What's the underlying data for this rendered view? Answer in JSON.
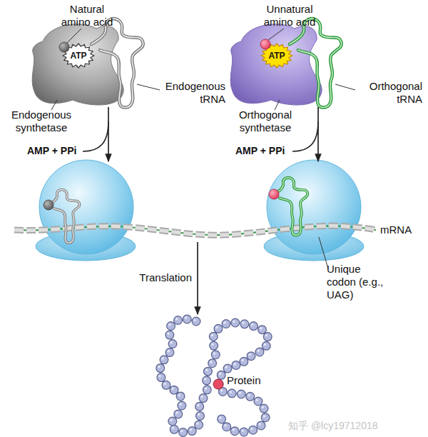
{
  "diagram": {
    "nodes": [
      {
        "text": [
          "Endogenous synthetase"
        ]
      },
      {
        "text": [
          "ATP"
        ],
        "in": 0
      },
      {
        "text": [
          "Orthogonal synthetase"
        ]
      },
      {
        "text": [
          "ATP"
        ],
        "in": 2
      },
      {
        "text": [
          "mRNA"
        ]
      },
      {
        "text": [
          "Protein"
        ]
      }
    ],
    "edges": [
      {
        "from": 4,
        "to": 5,
        "arrow": "to",
        "label": "Translation"
      }
    ],
    "labels": [
      "Natural amino acid",
      "Endogenous tRNA",
      "AMP + PPi",
      "Unnatural amino acid",
      "Orthogonal tRNA",
      "AMP + PPi",
      "Unique codon (e.g., UAG)",
      "知乎 @lcy19712018"
    ]
  }
}
